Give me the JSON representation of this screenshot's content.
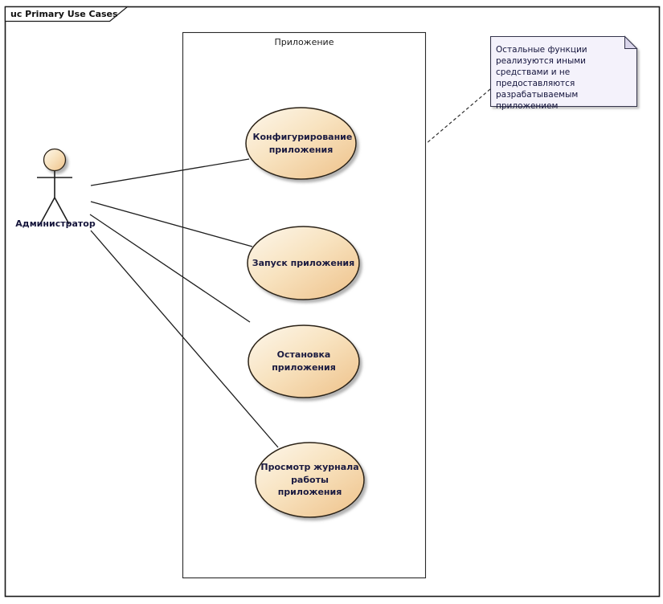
{
  "frame": {
    "title": "uc Primary Use Cases"
  },
  "boundary": {
    "label": "Приложение"
  },
  "actor": {
    "label": "Администратор"
  },
  "use_cases": [
    {
      "label": "Конфигурирование приложения"
    },
    {
      "label": "Запуск приложения"
    },
    {
      "label": "Остановка приложения"
    },
    {
      "label": "Просмотр журнала работы приложения"
    }
  ],
  "note": {
    "text": "Остальные функции реализуются иными средствами и не предоставляются разрабатываемым приложением"
  },
  "colors": {
    "ellipse_gradient_start": "#FDF7EC",
    "ellipse_gradient_end": "#EEC189",
    "ellipse_border": "#2B2117",
    "note_background": "#F4F2FB",
    "note_fold": "#D9D5EA",
    "line": "#1D1D1D",
    "text": "#1A1A40",
    "frame_border": "#1A1A1A"
  }
}
